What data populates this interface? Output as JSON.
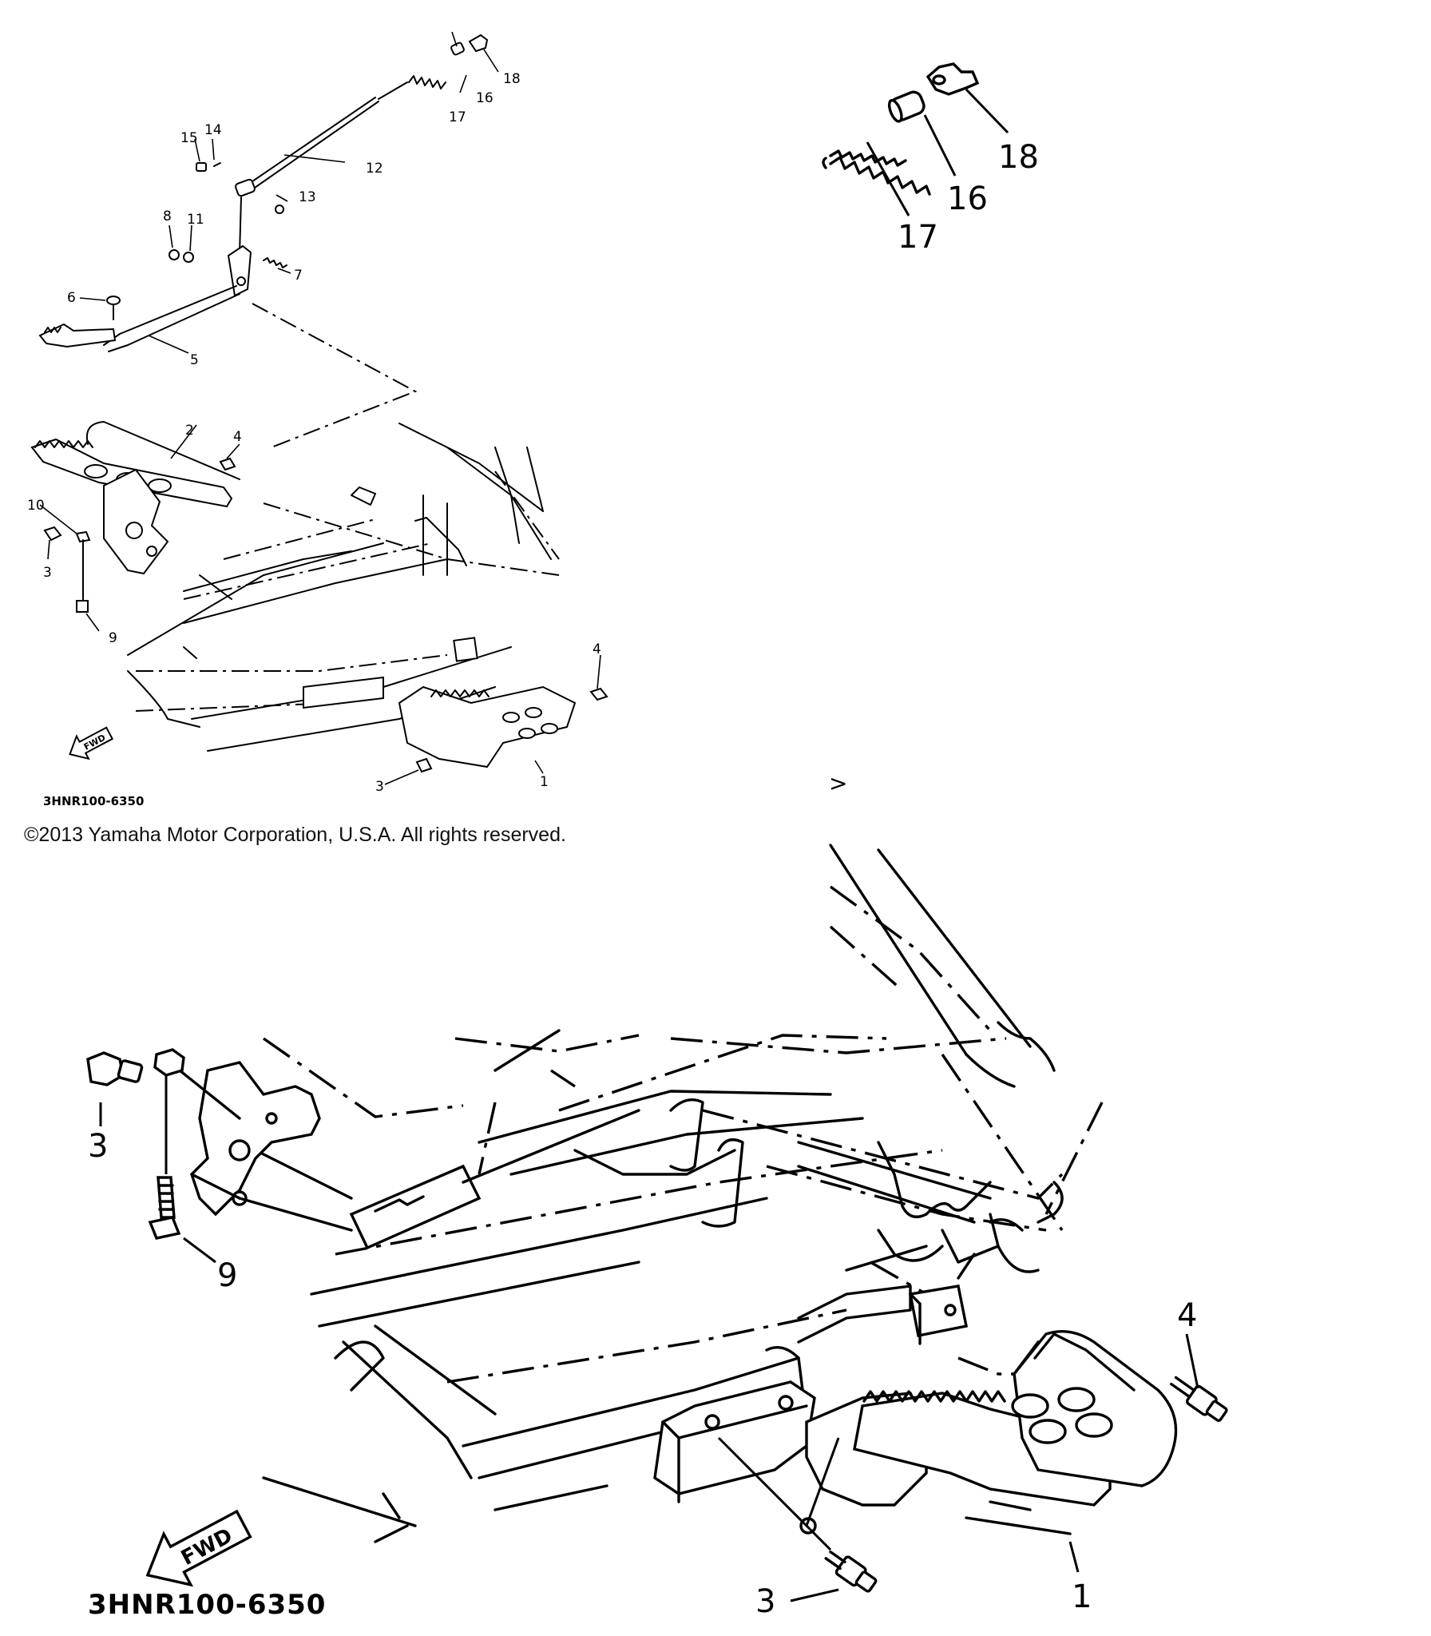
{
  "overview": {
    "callouts": {
      "n1": "1",
      "n2": "2",
      "n3a": "3",
      "n3b": "3",
      "n4a": "4",
      "n4b": "4",
      "n5": "5",
      "n6": "6",
      "n7": "7",
      "n8": "8",
      "n9": "9",
      "n10": "10",
      "n11": "11",
      "n12": "12",
      "n13": "13",
      "n14": "14",
      "n15": "15",
      "n16": "16",
      "n17": "17",
      "n18": "18"
    },
    "fwd_label": "FWD",
    "ref_code": "3HNR100-6350"
  },
  "copyright": "©2013 Yamaha Motor Corporation, U.S.A. All rights reserved.",
  "detail_top": {
    "callouts": {
      "n16": "16",
      "n17": "17",
      "n18": "18"
    }
  },
  "detail_bottom": {
    "callouts": {
      "n1": "1",
      "n3a": "3",
      "n3b": "3",
      "n4": "4",
      "n9": "9"
    },
    "fwd_label": "FWD",
    "ref_code": "3HNR100-6350"
  },
  "detail_mark": ">"
}
